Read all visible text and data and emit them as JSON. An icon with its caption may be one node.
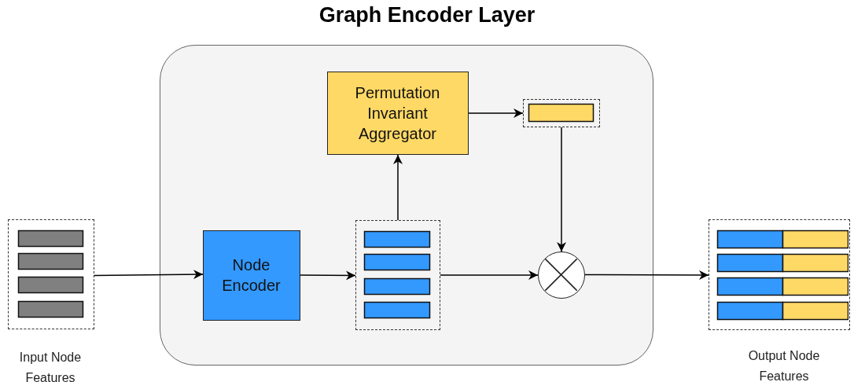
{
  "diagram": {
    "title": "Graph Encoder Layer",
    "nodes": [
      {
        "text": [],
        "shape": "box"
      },
      {
        "text": [],
        "shape": "box",
        "beside": [
          "Input Node Features"
        ]
      },
      {
        "text": [
          "Node Encoder"
        ],
        "in": 0
      },
      {
        "text": [],
        "shape": "box",
        "in": 0
      },
      {
        "text": [
          "Permutation Invariant Aggregator"
        ],
        "in": 0
      },
      {
        "text": [],
        "shape": "box",
        "in": 0
      },
      {
        "text": [],
        "shape": "circle",
        "in": 0
      },
      {
        "text": [],
        "shape": "box",
        "beside": [
          "Output Node Features"
        ]
      }
    ],
    "edges": [
      {
        "from": 1,
        "to": 2,
        "arrow": "to"
      },
      {
        "from": 2,
        "to": 3,
        "arrow": "to"
      },
      {
        "from": 3,
        "to": 4,
        "arrow": "to"
      },
      {
        "from": 4,
        "to": 5,
        "arrow": "to"
      },
      {
        "from": 5,
        "to": 6,
        "arrow": "to"
      },
      {
        "from": 3,
        "to": 6,
        "arrow": "to"
      },
      {
        "from": 6,
        "to": 7,
        "arrow": "to"
      }
    ]
  }
}
